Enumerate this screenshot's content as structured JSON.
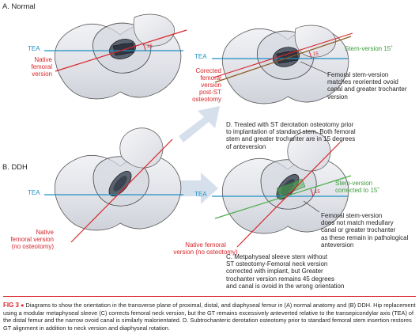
{
  "panels": {
    "a_label": "A. Normal",
    "b_label": "B. DDH"
  },
  "labels": {
    "tea": "TEA",
    "tea_d": "TEA",
    "tea_b": "TEA",
    "tea_c": "TEA",
    "native_version_a": "Native\nfemoral\nversion",
    "corrected_version": "Corected\nfemoral\nversion\npost-ST\nosteotomy",
    "stem_version_15": "Stem-version 15˚",
    "stem_matches": "Femoral stem-version\nmatches reoriented ovoid\ncanal and greater trochanter\nversion",
    "native_version_b": "Native\nfemoral version\n(no osteotomy)",
    "native_version_c": "Native femoral\nversion (no osteotomy)",
    "stem_corrected_15": "Stem-version\ncorrected to 15˚",
    "stem_not_match": "Femoral stem-version\ndoes not match medullary\ncanal or greater trochanter\nas these remain in pathological\nanteversion"
  },
  "panel_text": {
    "d": "D. Treated with ST derotation osteotomy prior\nto implantation of standard stem. Both femoral\nstem and greater trochanter are in 15 degrees\nof anteversion",
    "c": "C. Metpahyseal sleeve stem without\nST osteotomy-Femoral neck version\ncorrected with implant, but Greater\ntrochanter version remains 45 degrees\nand canal is ovoid in the wrong orientation"
  },
  "caption": {
    "fig_number": "FIG 3",
    "bullet": "●",
    "text": "Diagrams to show the orientation in the transverse plane of proximal, distal, and diaphyseal femur in (A) normal anatomy and (B) DDH. Hip replacement using a modular metaphyseal sleeve (C) corrects femoral neck version, but the GT remains excessively anteverted relative to the transepicondylar axis (TEA) of the distal femur and the narrow ovoid canal is similarly malorientated. D. Subtrochanteric derotation osteotomy prior to standard femoral stem insertion restores GT alignment in addition to neck version and diaphyseal rotation."
  },
  "colors": {
    "tea_line": "#1d8fc4",
    "femoral_version": "#d7262b",
    "stem_version": "#4cae4c",
    "stem_version_a": "#8a5a1e",
    "bone_fill": "#e3e5ea",
    "arrow": "#d6e0ec",
    "caption_accent": "#d7262b"
  }
}
